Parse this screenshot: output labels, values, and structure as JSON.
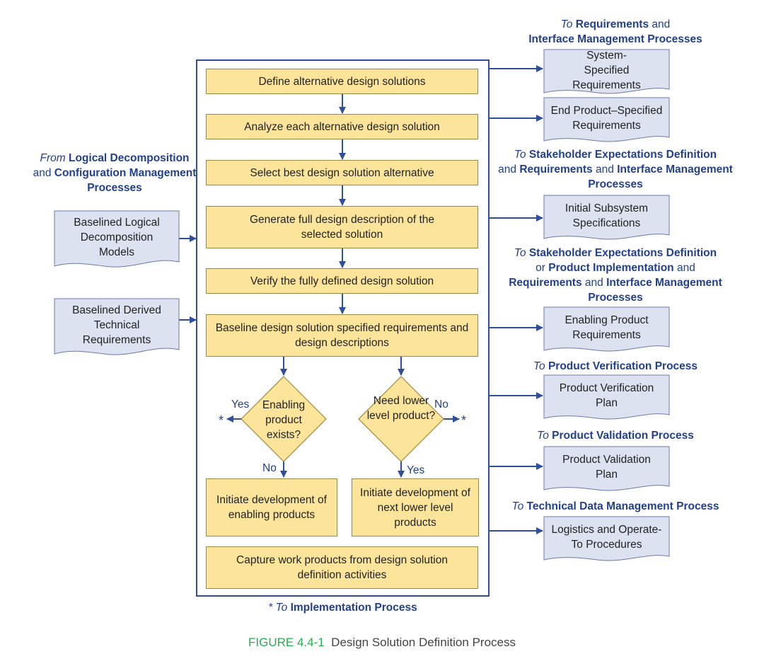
{
  "process_steps": {
    "define": "Define alternative design solutions",
    "analyze": "Analyze each alternative design solution",
    "select": "Select best design solution alternative",
    "generate": "Generate full design description of the selected solution",
    "verify": "Verify the fully defined design solution",
    "baseline": "Baseline design solution specified requirements and design descriptions",
    "initiate_enabling": "Initiate development of enabling products",
    "initiate_lower": "Initiate development of next lower level products",
    "capture": "Capture work products from design solution definition activities"
  },
  "decisions": {
    "enabling_exists": "Enabling product exists?",
    "need_lower": "Need lower level product?",
    "yes": "Yes",
    "no": "No",
    "star": "*"
  },
  "inputs": {
    "source_label": {
      "from": "From",
      "b1": "Logical Decomposition",
      "and": "and",
      "b2": "Configuration Management Processes"
    },
    "docs": [
      "Baselined Logical Decomposition Models",
      "Baselined Derived Technical Requirements"
    ]
  },
  "outputs": {
    "dest_req_interface": {
      "to": "To",
      "b1": "Requirements",
      "and": "and",
      "b2": "Interface Management Processes"
    },
    "dest_stakeholder": {
      "to": "To",
      "b1": "Stakeholder Expectations Definition",
      "and1": "and",
      "b2": "Requirements",
      "and2": "and",
      "b3": "Interface Management Processes"
    },
    "dest_stakeholder_impl": {
      "to": "To",
      "b1": "Stakeholder Expectations Definition",
      "or": "or",
      "b2": "Product Implementation",
      "and1": "and",
      "b3": "Requirements",
      "and2": "and",
      "b4": "Interface Management Processes"
    },
    "dest_verification": {
      "to": "To",
      "b1": "Product Verification Process"
    },
    "dest_validation": {
      "to": "To",
      "b1": "Product Validation Process"
    },
    "dest_tech_data": {
      "to": "To",
      "b1": "Technical Data Management Process"
    },
    "docs": [
      "System-Specified Requirements",
      "End Product–Specified Requirements",
      "Initial Subsystem Specifications",
      "Enabling Product Requirements",
      "Product Verification Plan",
      "Product Validation Plan",
      "Logistics and Operate-To Procedures"
    ]
  },
  "footnote": {
    "star": "*",
    "to": "To",
    "b1": "Implementation Process"
  },
  "caption": {
    "figure": "FIGURE 4.4-1",
    "title": "Design Solution Definition Process"
  },
  "colors": {
    "box_fill": "#fce59a",
    "doc_fill": "#dde2f0",
    "line_blue": "#2f4f9e",
    "label_blue": "#23408e",
    "caption_green": "#22b14c"
  }
}
